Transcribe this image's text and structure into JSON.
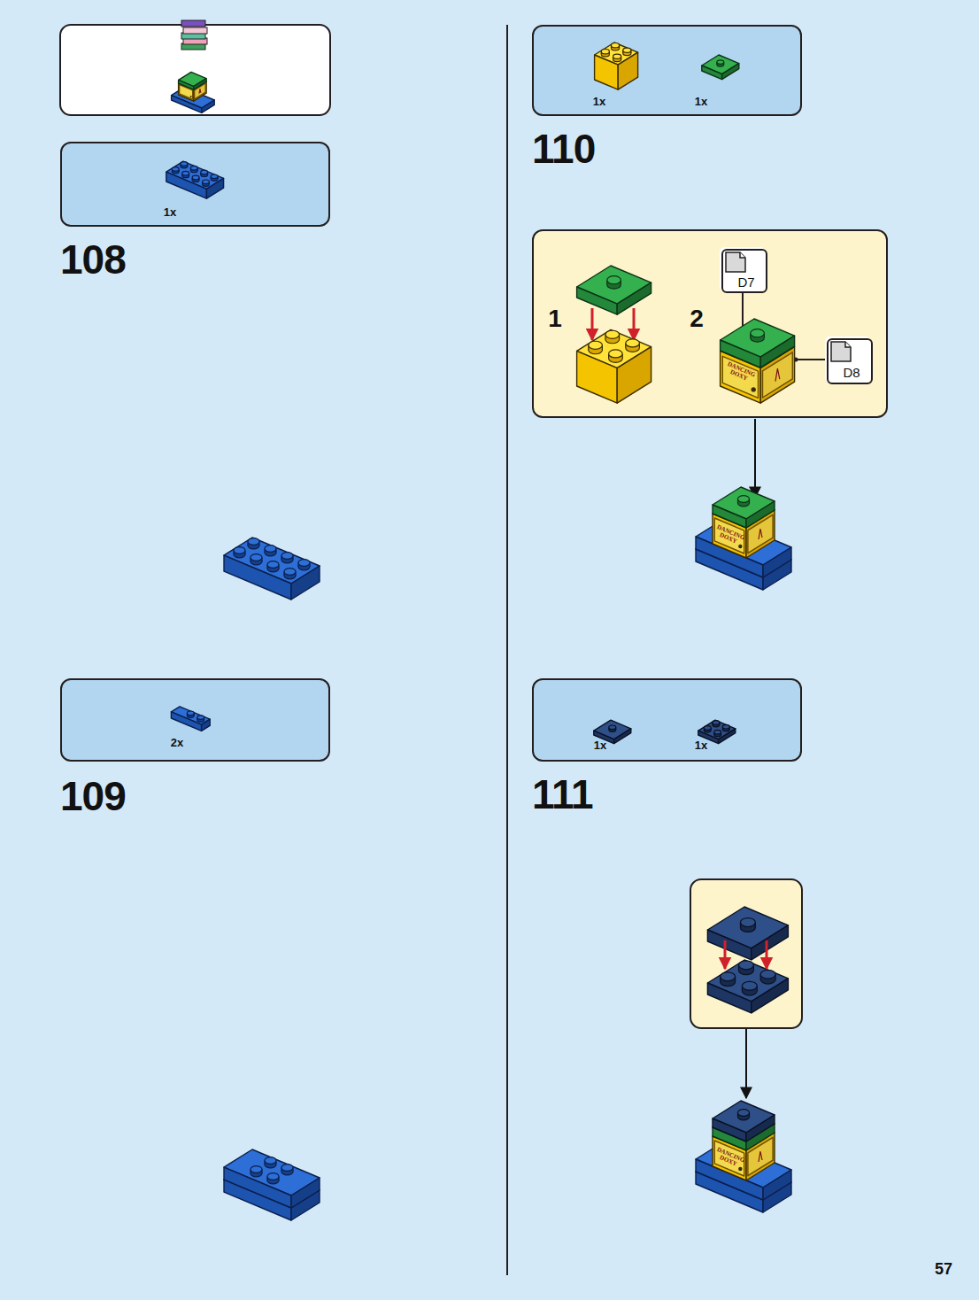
{
  "diagram": {
    "nodes": [
      {
        "text": [
          "1x"
        ]
      },
      {
        "text": [
          "2x"
        ]
      },
      {
        "text": [
          "1x",
          "1x"
        ]
      },
      {
        "text": [
          "1",
          "2"
        ]
      },
      {
        "text": [
          "D7"
        ],
        "in": 3
      },
      {
        "text": [
          "D8"
        ],
        "in": 3
      },
      {
        "text": [
          "1x",
          "1x"
        ]
      }
    ],
    "labels": [
      "108",
      "109",
      "110",
      "DANCING DOXY",
      "DANCING DOXY",
      "111",
      "DANCING DOXY",
      "57"
    ]
  }
}
